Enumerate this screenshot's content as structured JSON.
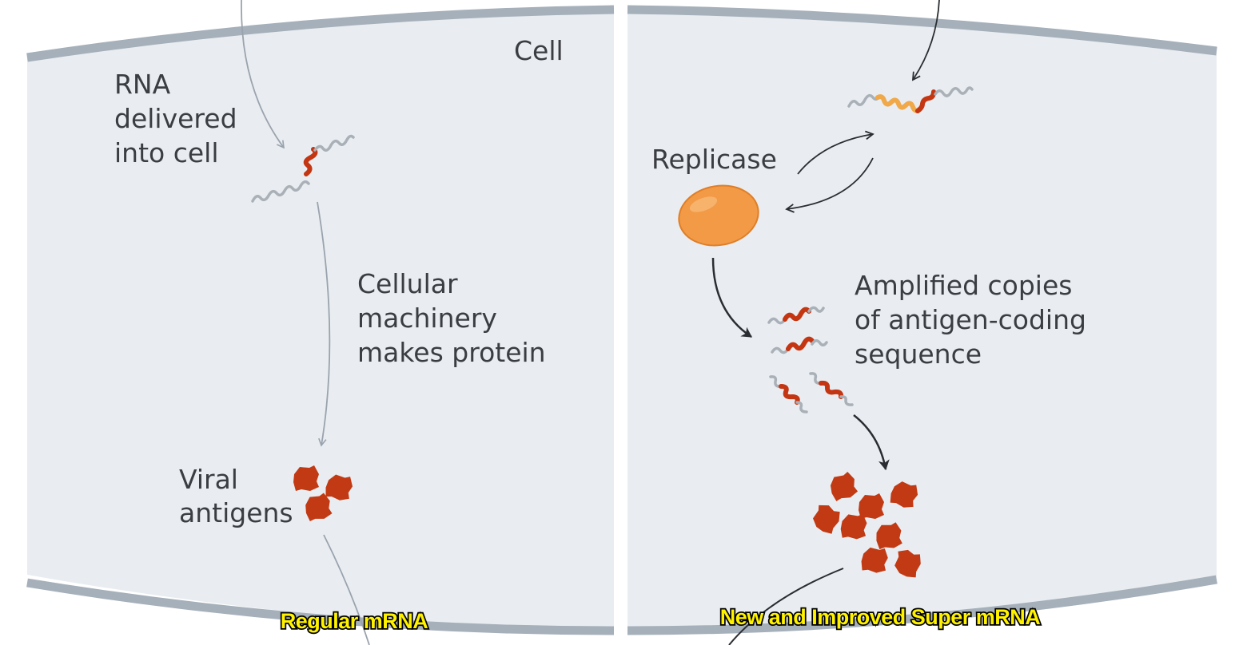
{
  "labels": {
    "cell": "Cell",
    "rna_delivered": [
      "RNA",
      "delivered",
      "into cell"
    ],
    "cellular_machinery": [
      "Cellular",
      "machinery",
      "makes protein"
    ],
    "viral_antigens": [
      "Viral",
      "antigens"
    ],
    "replicase": "Replicase",
    "amplified_copies": [
      "Amplified copies",
      "of antigen-coding",
      "sequence"
    ]
  },
  "captions": {
    "left": "Regular mRNA",
    "right": "New and Improved Super mRNA"
  },
  "colors": {
    "cell_fill": "#e9edf1",
    "membrane": "#a6b0ba",
    "gray_arrow": "#9aa3ad",
    "dark_arrow": "#2a2d31",
    "rna_gray": "#a9b0b7",
    "rna_red": "#c43512",
    "rna_orange": "#f0a848",
    "replicase": "#f29a45",
    "antigen": "#c23a14",
    "caption_fill": "#fff200"
  }
}
